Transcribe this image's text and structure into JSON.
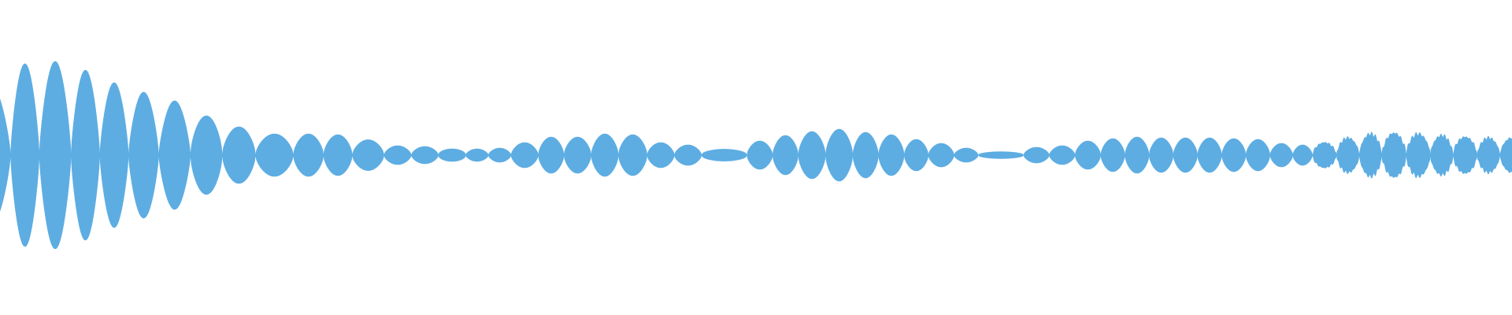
{
  "waveform": {
    "color": "#5DADE2",
    "background": "#FFFFFF",
    "lobes": [
      {
        "x0": -0.02,
        "x1": 0.007,
        "peak": 0.45,
        "shape": "pointed"
      },
      {
        "x0": 0.007,
        "x1": 0.026,
        "peak": 0.58,
        "shape": "pointed"
      },
      {
        "x0": 0.026,
        "x1": 0.047,
        "peak": 0.595,
        "shape": "pointed"
      },
      {
        "x0": 0.047,
        "x1": 0.066,
        "peak": 0.54,
        "shape": "pointed"
      },
      {
        "x0": 0.066,
        "x1": 0.085,
        "peak": 0.46,
        "shape": "pointed"
      },
      {
        "x0": 0.085,
        "x1": 0.105,
        "peak": 0.4,
        "shape": "pointed"
      },
      {
        "x0": 0.105,
        "x1": 0.126,
        "peak": 0.345,
        "shape": "pointed"
      },
      {
        "x0": 0.126,
        "x1": 0.147,
        "peak": 0.25,
        "shape": "round"
      },
      {
        "x0": 0.147,
        "x1": 0.169,
        "peak": 0.18,
        "shape": "round"
      },
      {
        "x0": 0.169,
        "x1": 0.194,
        "peak": 0.135,
        "shape": "round"
      },
      {
        "x0": 0.194,
        "x1": 0.214,
        "peak": 0.135,
        "shape": "round"
      },
      {
        "x0": 0.214,
        "x1": 0.233,
        "peak": 0.13,
        "shape": "round"
      },
      {
        "x0": 0.233,
        "x1": 0.254,
        "peak": 0.098,
        "shape": "round"
      },
      {
        "x0": 0.254,
        "x1": 0.272,
        "peak": 0.06,
        "shape": "round"
      },
      {
        "x0": 0.272,
        "x1": 0.29,
        "peak": 0.055,
        "shape": "round"
      },
      {
        "x0": 0.29,
        "x1": 0.308,
        "peak": 0.04,
        "shape": "flat"
      },
      {
        "x0": 0.308,
        "x1": 0.323,
        "peak": 0.04,
        "shape": "round"
      },
      {
        "x0": 0.323,
        "x1": 0.338,
        "peak": 0.045,
        "shape": "round"
      },
      {
        "x0": 0.338,
        "x1": 0.356,
        "peak": 0.08,
        "shape": "round"
      },
      {
        "x0": 0.356,
        "x1": 0.373,
        "peak": 0.115,
        "shape": "round"
      },
      {
        "x0": 0.373,
        "x1": 0.391,
        "peak": 0.115,
        "shape": "round"
      },
      {
        "x0": 0.391,
        "x1": 0.409,
        "peak": 0.135,
        "shape": "round"
      },
      {
        "x0": 0.409,
        "x1": 0.428,
        "peak": 0.13,
        "shape": "round"
      },
      {
        "x0": 0.428,
        "x1": 0.446,
        "peak": 0.08,
        "shape": "round"
      },
      {
        "x0": 0.446,
        "x1": 0.464,
        "peak": 0.065,
        "shape": "round"
      },
      {
        "x0": 0.464,
        "x1": 0.494,
        "peak": 0.038,
        "shape": "flat"
      },
      {
        "x0": 0.494,
        "x1": 0.511,
        "peak": 0.09,
        "shape": "round"
      },
      {
        "x0": 0.511,
        "x1": 0.528,
        "peak": 0.125,
        "shape": "round"
      },
      {
        "x0": 0.528,
        "x1": 0.546,
        "peak": 0.15,
        "shape": "round"
      },
      {
        "x0": 0.546,
        "x1": 0.564,
        "peak": 0.165,
        "shape": "round"
      },
      {
        "x0": 0.564,
        "x1": 0.581,
        "peak": 0.145,
        "shape": "round"
      },
      {
        "x0": 0.581,
        "x1": 0.598,
        "peak": 0.13,
        "shape": "round"
      },
      {
        "x0": 0.598,
        "x1": 0.614,
        "peak": 0.1,
        "shape": "round"
      },
      {
        "x0": 0.614,
        "x1": 0.631,
        "peak": 0.075,
        "shape": "round"
      },
      {
        "x0": 0.631,
        "x1": 0.647,
        "peak": 0.045,
        "shape": "round"
      },
      {
        "x0": 0.647,
        "x1": 0.677,
        "peak": 0.022,
        "shape": "flat"
      },
      {
        "x0": 0.677,
        "x1": 0.694,
        "peak": 0.05,
        "shape": "round"
      },
      {
        "x0": 0.694,
        "x1": 0.711,
        "peak": 0.06,
        "shape": "round"
      },
      {
        "x0": 0.711,
        "x1": 0.728,
        "peak": 0.09,
        "shape": "round"
      },
      {
        "x0": 0.728,
        "x1": 0.744,
        "peak": 0.105,
        "shape": "round"
      },
      {
        "x0": 0.744,
        "x1": 0.76,
        "peak": 0.115,
        "shape": "round"
      },
      {
        "x0": 0.76,
        "x1": 0.776,
        "peak": 0.11,
        "shape": "round"
      },
      {
        "x0": 0.776,
        "x1": 0.792,
        "peak": 0.11,
        "shape": "round"
      },
      {
        "x0": 0.792,
        "x1": 0.808,
        "peak": 0.11,
        "shape": "round"
      },
      {
        "x0": 0.808,
        "x1": 0.824,
        "peak": 0.105,
        "shape": "round"
      },
      {
        "x0": 0.824,
        "x1": 0.84,
        "peak": 0.1,
        "shape": "round"
      },
      {
        "x0": 0.84,
        "x1": 0.855,
        "peak": 0.075,
        "shape": "round"
      },
      {
        "x0": 0.855,
        "x1": 0.868,
        "peak": 0.065,
        "shape": "round"
      },
      {
        "x0": 0.868,
        "x1": 0.884,
        "peak": 0.08,
        "shape": "fuzzy"
      },
      {
        "x0": 0.884,
        "x1": 0.899,
        "peak": 0.11,
        "shape": "fuzzy"
      },
      {
        "x0": 0.899,
        "x1": 0.914,
        "peak": 0.135,
        "shape": "fuzzy"
      },
      {
        "x0": 0.914,
        "x1": 0.93,
        "peak": 0.14,
        "shape": "fuzzy"
      },
      {
        "x0": 0.93,
        "x1": 0.946,
        "peak": 0.135,
        "shape": "fuzzy"
      },
      {
        "x0": 0.946,
        "x1": 0.961,
        "peak": 0.125,
        "shape": "fuzzy"
      },
      {
        "x0": 0.961,
        "x1": 0.977,
        "peak": 0.115,
        "shape": "fuzzy"
      },
      {
        "x0": 0.977,
        "x1": 0.992,
        "peak": 0.11,
        "shape": "fuzzy"
      },
      {
        "x0": 0.992,
        "x1": 1.008,
        "peak": 0.11,
        "shape": "fuzzy"
      }
    ]
  }
}
